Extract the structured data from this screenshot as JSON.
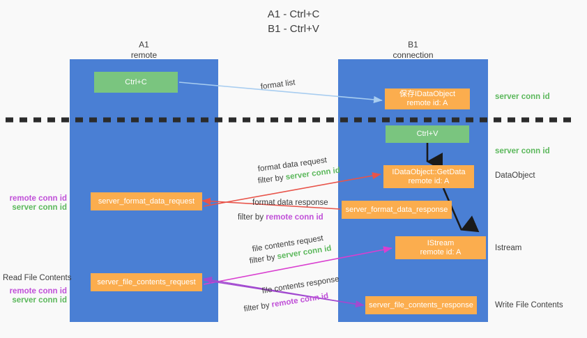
{
  "title": {
    "line1": "A1 - Ctrl+C",
    "line2": "B1 - Ctrl+V"
  },
  "columns": [
    {
      "name": "A1",
      "sub": "remote"
    },
    {
      "name": "B1",
      "sub": "connection"
    }
  ],
  "colors": {
    "column": "#4a7fd4",
    "green_box": "#7ac57f",
    "orange_box": "#fbad4e",
    "background": "#f9f9f9",
    "server_conn": "#5cb85c",
    "remote_conn": "#c050d8",
    "arrow_blue": "#a8cdf0",
    "arrow_red": "#e8544a",
    "arrow_magenta": "#d93fd0",
    "arrow_purple": "#a24ad0",
    "arrow_black": "#1a1a1a",
    "divider": "#2b2b2b"
  },
  "boxes": {
    "ctrl_c": "Ctrl+C",
    "ctrl_v": "Ctrl+V",
    "save_idataobject_l1": "保存IDataObject",
    "save_idataobject_l2": "remote id: A",
    "getdata_l1": "IDataObject::GetData",
    "getdata_l2": "remote id: A",
    "istream_l1": "IStream",
    "istream_l2": "remote id: A",
    "server_format_data_request": "server_format_data_request",
    "server_format_data_response": "server_format_data_response",
    "server_file_contents_request": "server_file_contents_request",
    "server_file_contents_response": "server_file_contents_response"
  },
  "arrow_labels": {
    "format_list": "format list",
    "format_data_request": "format data request",
    "format_data_request_filter_prefix": "filter by ",
    "format_data_request_filter_value": "server conn id",
    "format_data_response": "format data response",
    "format_data_response_filter_prefix": "filter by ",
    "format_data_response_filter_value": "remote conn id",
    "file_contents_request": "file contents request",
    "file_contents_request_filter_prefix": "filter by ",
    "file_contents_request_filter_value": "server conn id",
    "file_contents_response": "file contents response",
    "file_contents_response_filter_prefix": "filter by ",
    "file_contents_response_filter_value": "remote conn id"
  },
  "right_labels": {
    "server_conn_id_top": "server conn id",
    "server_conn_id_mid": "server conn id",
    "dataobject": "DataObject",
    "istream": "Istream",
    "write_file_contents": "Write File Contents"
  },
  "left_labels": {
    "remote_conn_id_1": "remote conn id",
    "server_conn_id_1": "server conn id",
    "read_file_contents": "Read File Contents",
    "remote_conn_id_2": "remote conn id",
    "server_conn_id_2": "server conn id"
  }
}
